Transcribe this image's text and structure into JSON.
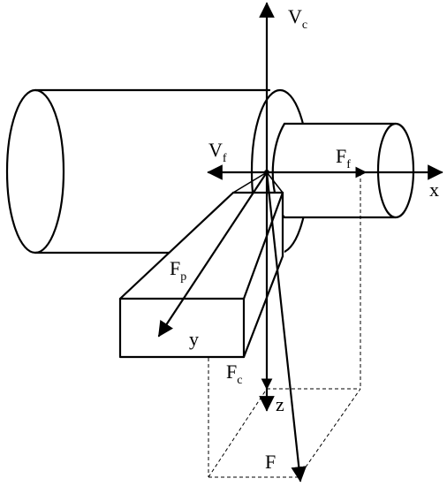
{
  "labels": {
    "vc": "V",
    "vc_sub": "c",
    "vf": "V",
    "vf_sub": "f",
    "ff": "F",
    "ff_sub": "f",
    "x": "x",
    "fp": "F",
    "fp_sub": "p",
    "y": "y",
    "fc": "F",
    "fc_sub": "c",
    "z": "z",
    "f": "F"
  }
}
